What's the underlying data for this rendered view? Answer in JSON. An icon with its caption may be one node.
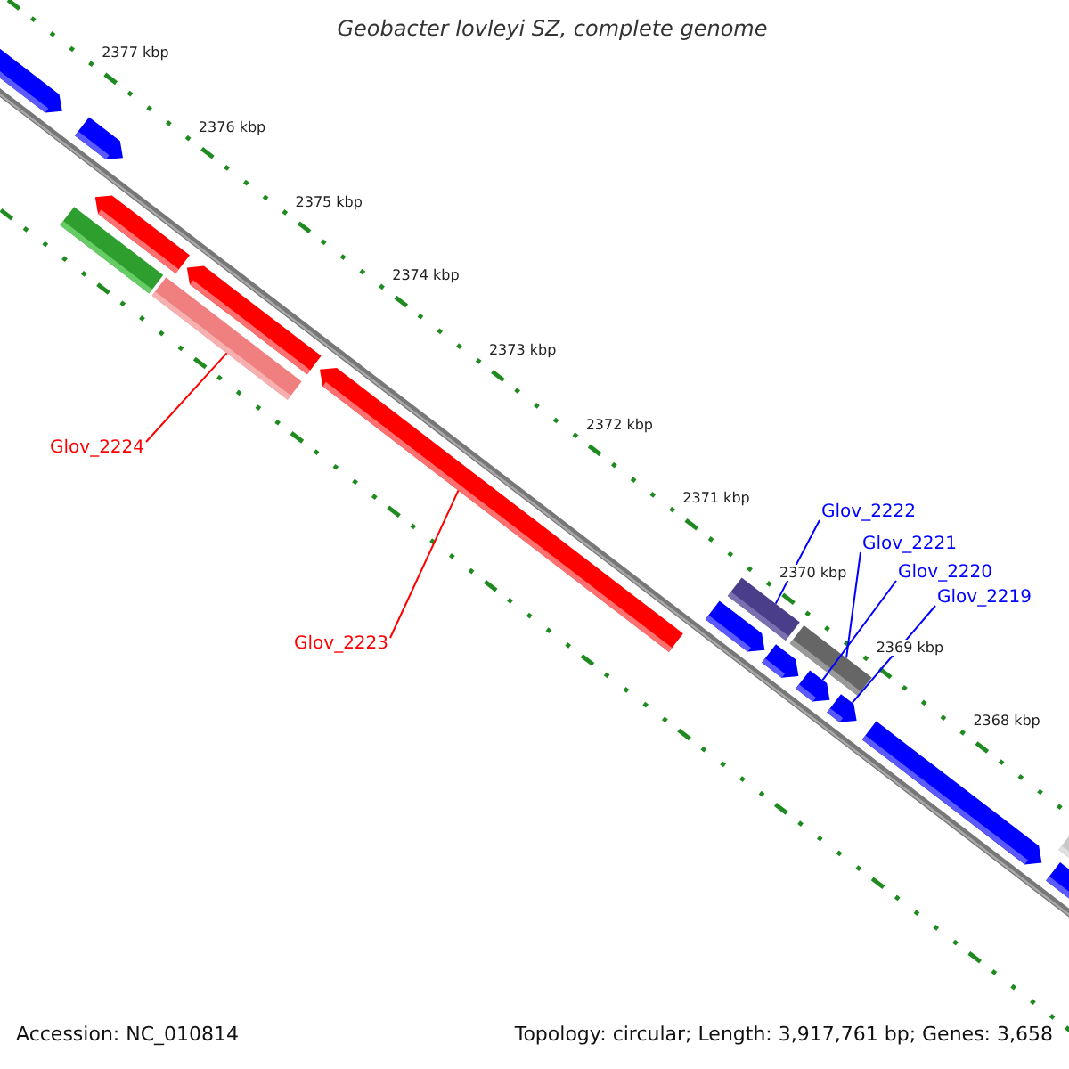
{
  "diagram": {
    "title": "Geobacter lovleyi SZ, complete genome",
    "nodes": [
      {
        "text": [
          "Glov_2224"
        ]
      },
      {
        "text": [
          "Glov_2223"
        ]
      },
      {
        "text": [
          "Glov_2222"
        ]
      },
      {
        "text": [
          "Glov_2221"
        ]
      },
      {
        "text": [
          "Glov_2220"
        ]
      },
      {
        "text": [
          "Glov_2219"
        ]
      },
      {
        "text": [],
        "shape": "pentagon"
      },
      {
        "text": [],
        "shape": "bar"
      },
      {
        "text": [],
        "shape": "pentagon"
      },
      {
        "text": [],
        "shape": "pentagon"
      },
      {
        "text": [],
        "shape": "bar"
      },
      {
        "text": [],
        "shape": "pentagon"
      },
      {
        "text": [],
        "shape": "pentagon"
      },
      {
        "text": [],
        "shape": "pentagon"
      },
      {
        "text": [],
        "shape": "bar"
      },
      {
        "text": [],
        "shape": "pentagon"
      },
      {
        "text": [],
        "shape": "bar"
      },
      {
        "text": [],
        "shape": "pentagon"
      },
      {
        "text": [],
        "shape": "pentagon"
      },
      {
        "text": [],
        "shape": "pentagon"
      },
      {
        "text": [],
        "shape": "pentagon"
      },
      {
        "text": [],
        "shape": "bar"
      }
    ],
    "edges": [
      {
        "from": 0,
        "to": 10,
        "arrow": "none",
        "color": "#ff0000"
      },
      {
        "from": 1,
        "to": 12,
        "arrow": "none",
        "color": "#ff0000"
      },
      {
        "from": 2,
        "to": 14,
        "arrow": "none"
      },
      {
        "from": 3,
        "to": 16,
        "arrow": "none"
      },
      {
        "from": 4,
        "to": 17,
        "arrow": "none"
      },
      {
        "from": 5,
        "to": 18,
        "arrow": "none"
      }
    ],
    "labels": [
      "2377 kbp",
      "2376 kbp",
      "2375 kbp",
      "2374 kbp",
      "2373 kbp",
      "2372 kbp",
      "2371 kbp",
      "2370 kbp",
      "2369 kbp",
      "2368 kbp",
      "Accession: NC_010814",
      "Topology: circular; Length: 3,917,761 bp; Genes: 3,658"
    ]
  }
}
